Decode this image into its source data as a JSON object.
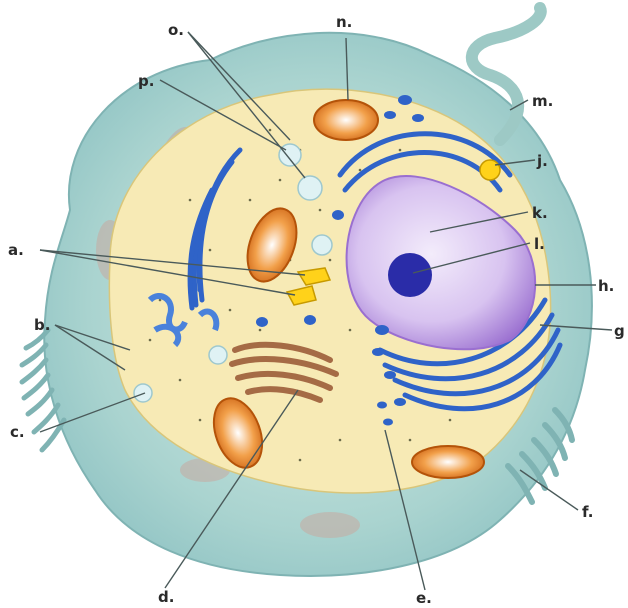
{
  "labels": {
    "a": "a.",
    "b": "b.",
    "c": "c.",
    "d": "d.",
    "e": "e.",
    "f": "f.",
    "g": "g",
    "h": "h.",
    "j": "j.",
    "k": "k.",
    "l": "l.",
    "m": "m.",
    "n": "n.",
    "o": "o.",
    "p": "p."
  },
  "colors": {
    "cell_outer": "#a9d3cf",
    "cytoplasm": "#f7eab5",
    "rough_er": "#2f63c8",
    "mitochondria": "#e07a1f",
    "nucleus": "#c9a7e6",
    "nucleolus": "#2a2ca8",
    "golgi": "#a56b45",
    "vesicle": "#ffd21a",
    "leader_line": "#4a5a5a"
  }
}
